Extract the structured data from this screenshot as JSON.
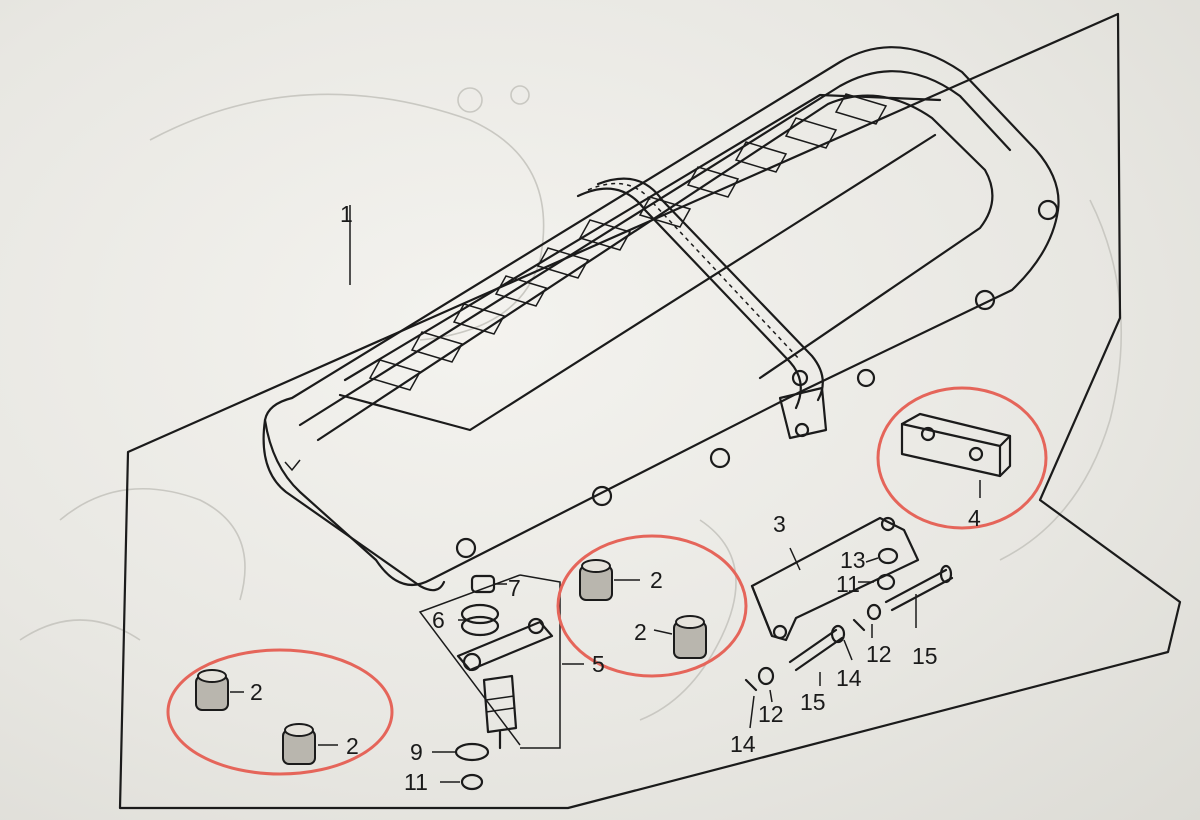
{
  "diagram": {
    "callouts": [
      {
        "id": "c1",
        "text": "1"
      },
      {
        "id": "c2a",
        "text": "2"
      },
      {
        "id": "c2b",
        "text": "2"
      },
      {
        "id": "c2c",
        "text": "2"
      },
      {
        "id": "c2d",
        "text": "2"
      },
      {
        "id": "c3",
        "text": "3"
      },
      {
        "id": "c4",
        "text": "4"
      },
      {
        "id": "c5",
        "text": "5"
      },
      {
        "id": "c6",
        "text": "6"
      },
      {
        "id": "c7",
        "text": "7"
      },
      {
        "id": "c9",
        "text": "9"
      },
      {
        "id": "c11a",
        "text": "11"
      },
      {
        "id": "c11b",
        "text": "11"
      },
      {
        "id": "c12a",
        "text": "12"
      },
      {
        "id": "c12b",
        "text": "12"
      },
      {
        "id": "c13",
        "text": "13"
      },
      {
        "id": "c14a",
        "text": "14"
      },
      {
        "id": "c14b",
        "text": "14"
      },
      {
        "id": "c15a",
        "text": "15"
      },
      {
        "id": "c15b",
        "text": "15"
      }
    ],
    "highlight_color": "#e5655a",
    "line_color": "#1b1b1b"
  }
}
